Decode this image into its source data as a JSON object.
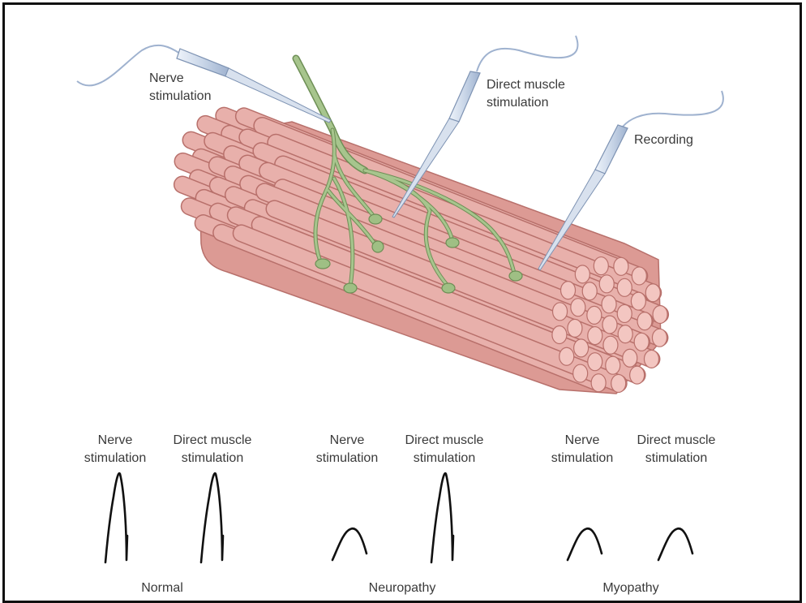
{
  "figure": {
    "electrode_labels": {
      "nerve_line1": "Nerve",
      "nerve_line2": "stimulation",
      "direct_line1": "Direct muscle",
      "direct_line2": "stimulation",
      "recording": "Recording"
    },
    "panels": [
      {
        "condition": "Normal",
        "nerve_line1": "Nerve",
        "nerve_line2": "stimulation",
        "direct_line1": "Direct muscle",
        "direct_line2": "stimulation"
      },
      {
        "condition": "Neuropathy",
        "nerve_line1": "Nerve",
        "nerve_line2": "stimulation",
        "direct_line1": "Direct muscle",
        "direct_line2": "stimulation"
      },
      {
        "condition": "Myopathy",
        "nerve_line1": "Nerve",
        "nerve_line2": "stimulation",
        "direct_line1": "Direct muscle",
        "direct_line2": "stimulation"
      }
    ],
    "colors": {
      "muscle_fiber": "#e5a8a3",
      "muscle_fiber_stroke": "#b8706b",
      "nerve": "#9fbf84",
      "nerve_stroke": "#6e8f56",
      "electrode": "#c9d6e8",
      "electrode_stroke": "#7e93b3",
      "waveform": "#111111"
    }
  }
}
